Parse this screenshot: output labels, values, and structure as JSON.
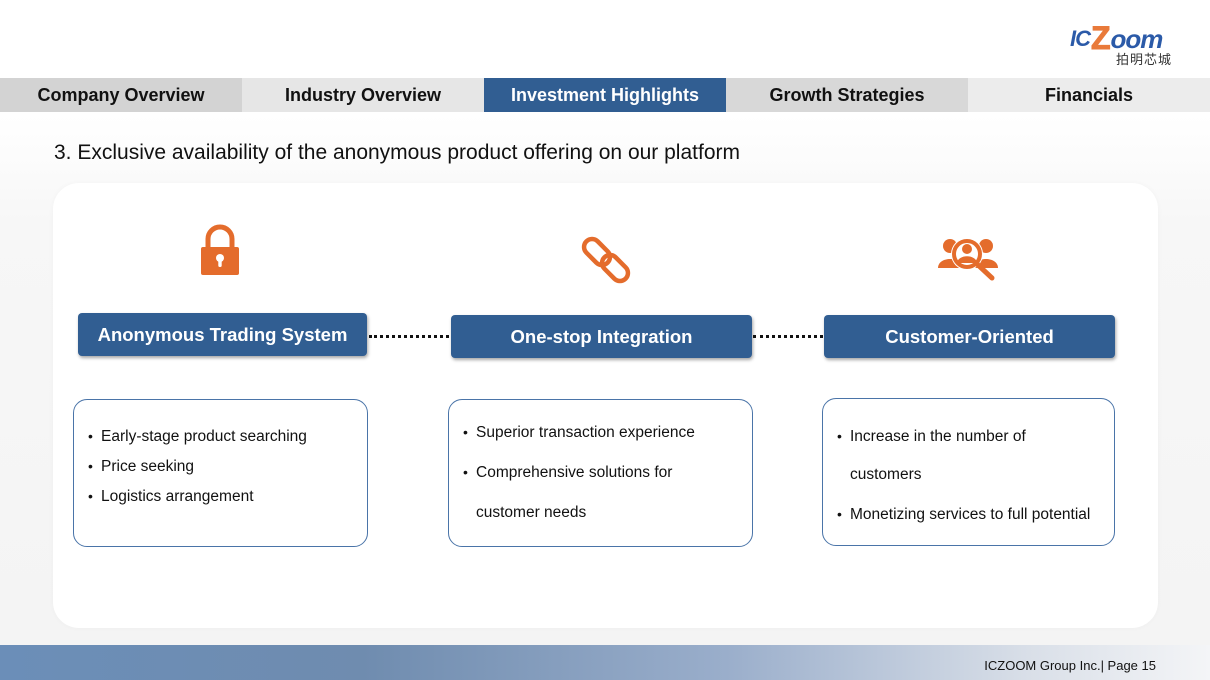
{
  "logo": {
    "wordmark_prefix": "IC",
    "wordmark_z": "Z",
    "wordmark_suffix": "oom",
    "chinese_name": "拍明芯城"
  },
  "nav": {
    "tabs": [
      {
        "label": "Company Overview",
        "active": false
      },
      {
        "label": "Industry Overview",
        "active": false
      },
      {
        "label": "Investment Highlights",
        "active": true
      },
      {
        "label": "Growth Strategies",
        "active": false
      },
      {
        "label": "Financials",
        "active": false
      }
    ]
  },
  "page_title": "3. Exclusive availability of the anonymous product offering on our platform",
  "colors": {
    "accent_blue": "#315e92",
    "icon_orange": "#e46c2c",
    "border_blue": "#4a74a8"
  },
  "pillars": [
    {
      "icon": "lock-icon",
      "title": "Anonymous Trading System",
      "bullets": [
        "Early-stage product searching",
        "Price seeking",
        "Logistics arrangement"
      ]
    },
    {
      "icon": "chain-link-icon",
      "title": "One-stop Integration",
      "bullets": [
        "Superior transaction experience",
        "Comprehensive solutions for",
        "customer needs"
      ]
    },
    {
      "icon": "customer-search-icon",
      "title": "Customer-Oriented",
      "bullets": [
        "Increase in the number of",
        "customers",
        "Monetizing services to full potential"
      ]
    }
  ],
  "footer": {
    "text": "ICZOOM Group Inc.| Page 15"
  }
}
